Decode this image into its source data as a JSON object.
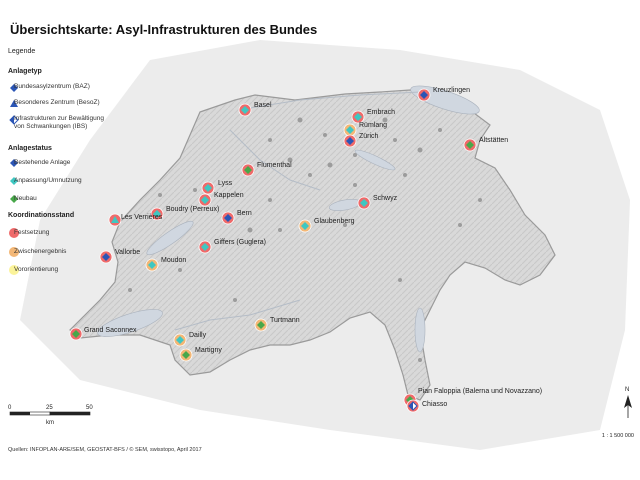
{
  "title": "Übersichtskarte: Asyl-Infrastrukturen des Bundes",
  "legend": {
    "title": "Legende",
    "types_title": "Anlagetyp",
    "types": [
      "Bundesasylzentrum (BAZ)",
      "Besonderes Zentrum (BesoZ)",
      "Infrastrukturen zur Bewältigung von Schwankungen (IBS)"
    ],
    "status_title": "Anlagestatus",
    "status": [
      "Bestehende Anlage",
      "Anpassung/Umnutzung",
      "Neubau"
    ],
    "coord_title": "Koordinationsstand",
    "coord": [
      "Festsetzung",
      "Zwischenergebnis",
      "Vororientierung"
    ]
  },
  "colors": {
    "baz": "#2b55b5",
    "existing": "#2b55b5",
    "adapt": "#3fc7c1",
    "new": "#48a84a",
    "festsetzung": "#ef6a6a",
    "zwischenergebnis": "#f3b776",
    "vororientierung": "#fbf39a"
  },
  "places": [
    {
      "name": "Basel",
      "status": "adapt",
      "coord": "festsetzung",
      "type": "baz"
    },
    {
      "name": "Kreuzlingen",
      "status": "existing",
      "coord": "festsetzung",
      "type": "baz"
    },
    {
      "name": "Embrach",
      "status": "adapt",
      "coord": "festsetzung",
      "type": "baz"
    },
    {
      "name": "Rümlang",
      "status": "adapt",
      "coord": "zwischenergebnis",
      "type": "baz"
    },
    {
      "name": "Zürich",
      "status": "existing",
      "coord": "festsetzung",
      "type": "baz"
    },
    {
      "name": "Altstätten",
      "status": "new",
      "coord": "festsetzung",
      "type": "baz"
    },
    {
      "name": "Flumenthal",
      "status": "new",
      "coord": "festsetzung",
      "type": "baz"
    },
    {
      "name": "Lyss",
      "status": "adapt",
      "coord": "festsetzung",
      "type": "baz"
    },
    {
      "name": "Kappelen",
      "status": "adapt",
      "coord": "festsetzung",
      "type": "baz"
    },
    {
      "name": "Boudry (Perreux)",
      "status": "adapt",
      "coord": "festsetzung",
      "type": "baz"
    },
    {
      "name": "Bern",
      "status": "existing",
      "coord": "festsetzung",
      "type": "baz"
    },
    {
      "name": "Schwyz",
      "status": "adapt",
      "coord": "festsetzung",
      "type": "baz"
    },
    {
      "name": "Les Verrières",
      "status": "adapt",
      "coord": "festsetzung",
      "type": "besoz"
    },
    {
      "name": "Glaubenberg",
      "status": "adapt",
      "coord": "zwischenergebnis",
      "type": "baz"
    },
    {
      "name": "Giffers (Guglera)",
      "status": "adapt",
      "coord": "festsetzung",
      "type": "baz"
    },
    {
      "name": "Vallorbe",
      "status": "existing",
      "coord": "festsetzung",
      "type": "baz"
    },
    {
      "name": "Moudon",
      "status": "adapt",
      "coord": "zwischenergebnis",
      "type": "baz"
    },
    {
      "name": "Grand Saconnex",
      "status": "new",
      "coord": "festsetzung",
      "type": "baz"
    },
    {
      "name": "Turtmann",
      "status": "new",
      "coord": "zwischenergebnis",
      "type": "baz"
    },
    {
      "name": "Dailly",
      "status": "adapt",
      "coord": "zwischenergebnis",
      "type": "baz"
    },
    {
      "name": "Martigny",
      "status": "new",
      "coord": "zwischenergebnis",
      "type": "baz"
    },
    {
      "name": "Pian Faloppia (Balerna und Novazzano)",
      "status": "new",
      "coord": "festsetzung",
      "type": "baz"
    },
    {
      "name": "Chiasso",
      "status": "existing",
      "coord": "festsetzung",
      "type": "ibs"
    }
  ],
  "scale": {
    "ticks": [
      "0",
      "25",
      "50"
    ],
    "unit": "km",
    "ratio": "1 : 1 500 000"
  },
  "north": "N",
  "source": "Quellen: INFOPLAN-ARE/SEM, GEOSTAT-BFS /  ©  SEM, swisstopo, April 2017"
}
